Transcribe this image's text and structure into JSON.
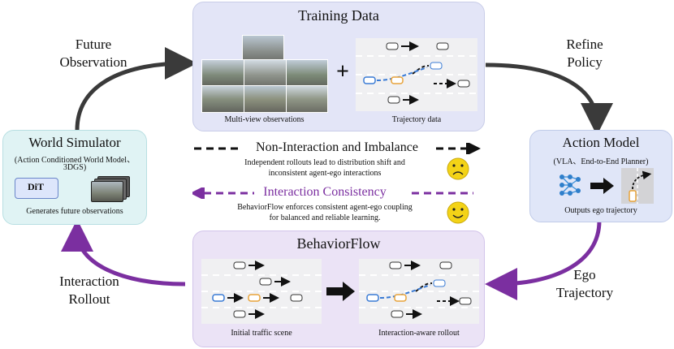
{
  "training": {
    "title": "Training Data",
    "multiview_caption": "Multi-view observations",
    "trajectory_caption": "Trajectory data",
    "plus": "+"
  },
  "simulator": {
    "title": "World Simulator",
    "subtitle_line1": "(Action Conditioned World Model、",
    "subtitle_line2": "3DGS)",
    "dit_label": "DiT",
    "caption": "Generates future observations"
  },
  "action_model": {
    "title": "Action Model",
    "subtitle": "(VLA、End-to-End Planner)",
    "caption": "Outputs ego trajectory"
  },
  "behaviorflow": {
    "title": "BehaviorFlow",
    "initial_caption": "Initial traffic scene",
    "rollout_caption": "Interaction-aware rollout"
  },
  "flows": {
    "future_observation_line1": "Future",
    "future_observation_line2": "Observation",
    "refine_policy_line1": "Refine",
    "refine_policy_line2": "Policy",
    "ego_trajectory_line1": "Ego",
    "ego_trajectory_line2": "Trajectory",
    "interaction_rollout_line1": "Interaction",
    "interaction_rollout_line2": "Rollout"
  },
  "middle": {
    "non_interaction_title": "Non-Interaction and Imbalance",
    "non_interaction_desc_line1": "Independent rollouts lead to distribution shift and",
    "non_interaction_desc_line2": "inconsistent agent-ego interactions",
    "consistency_title": "Interaction Consistency",
    "consistency_desc_line1": "BehaviorFlow enforces consistent agent-ego coupling",
    "consistency_desc_line2": "for balanced and reliable learning."
  },
  "colors": {
    "training_panel": "#e3e5f7",
    "simulator_panel": "#e0f3f4",
    "action_panel": "#e0e6f8",
    "behavior_panel": "#ebe3f6",
    "purple": "#7b2fa0",
    "dark_arrow": "#3a3a3a",
    "ego_blue": "#3a7bd5",
    "agent_orange": "#e8a33a",
    "smiley": "#f3d317"
  }
}
